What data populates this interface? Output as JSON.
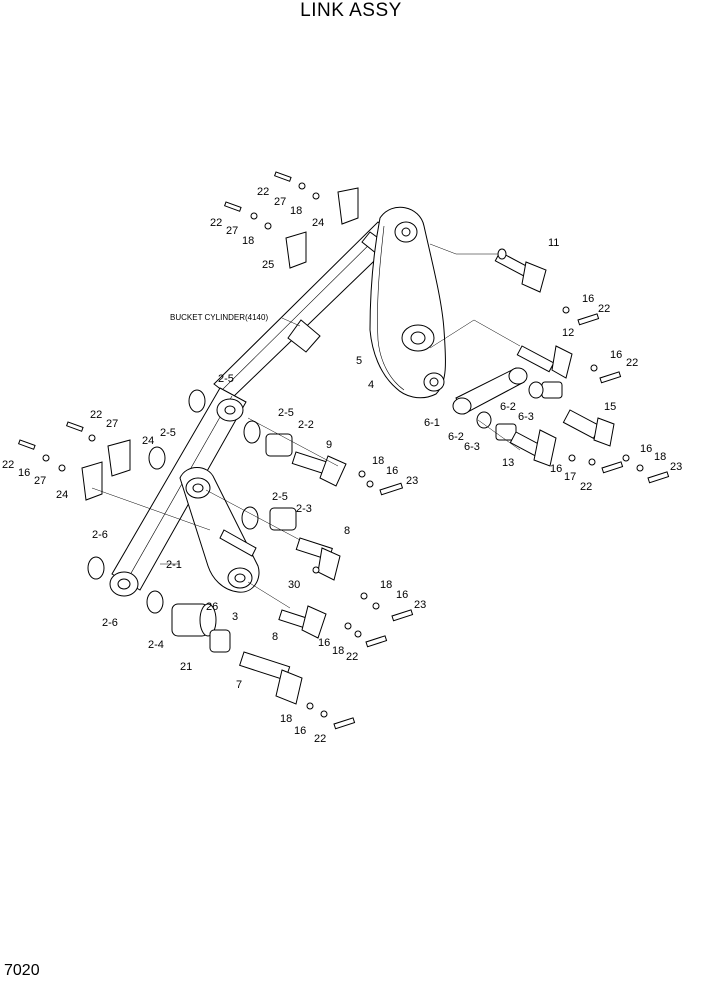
{
  "title": "LINK ASSY",
  "page_number": "7020",
  "note_label": "BUCKET CYLINDER(4140)",
  "labels": [
    {
      "id": "l-22a",
      "text": "22"
    },
    {
      "id": "l-27a",
      "text": "27"
    },
    {
      "id": "l-18a",
      "text": "18"
    },
    {
      "id": "l-24a",
      "text": "24"
    },
    {
      "id": "l-22b",
      "text": "22"
    },
    {
      "id": "l-27b",
      "text": "27"
    },
    {
      "id": "l-18b",
      "text": "18"
    },
    {
      "id": "l-25",
      "text": "25"
    },
    {
      "id": "l-11",
      "text": "11"
    },
    {
      "id": "l-16a",
      "text": "16"
    },
    {
      "id": "l-22c",
      "text": "22"
    },
    {
      "id": "l-12",
      "text": "12"
    },
    {
      "id": "l-16b",
      "text": "16"
    },
    {
      "id": "l-22d",
      "text": "22"
    },
    {
      "id": "l-5",
      "text": "5"
    },
    {
      "id": "l-4",
      "text": "4"
    },
    {
      "id": "l-2-5a",
      "text": "2-5"
    },
    {
      "id": "l-2-5b",
      "text": "2-5"
    },
    {
      "id": "l-2-2",
      "text": "2-2"
    },
    {
      "id": "l-22e",
      "text": "22"
    },
    {
      "id": "l-27c",
      "text": "27"
    },
    {
      "id": "l-24b",
      "text": "24"
    },
    {
      "id": "l-2-5c",
      "text": "2-5"
    },
    {
      "id": "l-22f",
      "text": "22"
    },
    {
      "id": "l-16c",
      "text": "16"
    },
    {
      "id": "l-27d",
      "text": "27"
    },
    {
      "id": "l-24c",
      "text": "24"
    },
    {
      "id": "l-9",
      "text": "9"
    },
    {
      "id": "l-18c",
      "text": "18"
    },
    {
      "id": "l-16d",
      "text": "16"
    },
    {
      "id": "l-23a",
      "text": "23"
    },
    {
      "id": "l-6-1",
      "text": "6-1"
    },
    {
      "id": "l-6-2a",
      "text": "6-2"
    },
    {
      "id": "l-6-3a",
      "text": "6-3"
    },
    {
      "id": "l-6-2b",
      "text": "6-2"
    },
    {
      "id": "l-6-3b",
      "text": "6-3"
    },
    {
      "id": "l-15",
      "text": "15"
    },
    {
      "id": "l-13",
      "text": "13"
    },
    {
      "id": "l-16e",
      "text": "16"
    },
    {
      "id": "l-17",
      "text": "17"
    },
    {
      "id": "l-22g",
      "text": "22"
    },
    {
      "id": "l-16f",
      "text": "16"
    },
    {
      "id": "l-18d",
      "text": "18"
    },
    {
      "id": "l-23b",
      "text": "23"
    },
    {
      "id": "l-2-5d",
      "text": "2-5"
    },
    {
      "id": "l-2-3",
      "text": "2-3"
    },
    {
      "id": "l-8a",
      "text": "8"
    },
    {
      "id": "l-2-6a",
      "text": "2-6"
    },
    {
      "id": "l-2-1",
      "text": "2-1"
    },
    {
      "id": "l-30",
      "text": "30"
    },
    {
      "id": "l-18e",
      "text": "18"
    },
    {
      "id": "l-16g",
      "text": "16"
    },
    {
      "id": "l-23c",
      "text": "23"
    },
    {
      "id": "l-2-6b",
      "text": "2-6"
    },
    {
      "id": "l-26",
      "text": "26"
    },
    {
      "id": "l-3",
      "text": "3"
    },
    {
      "id": "l-2-4",
      "text": "2-4"
    },
    {
      "id": "l-8b",
      "text": "8"
    },
    {
      "id": "l-16h",
      "text": "16"
    },
    {
      "id": "l-18f",
      "text": "18"
    },
    {
      "id": "l-22h",
      "text": "22"
    },
    {
      "id": "l-21",
      "text": "21"
    },
    {
      "id": "l-7",
      "text": "7"
    },
    {
      "id": "l-18g",
      "text": "18"
    },
    {
      "id": "l-16i",
      "text": "16"
    },
    {
      "id": "l-22i",
      "text": "22"
    }
  ]
}
